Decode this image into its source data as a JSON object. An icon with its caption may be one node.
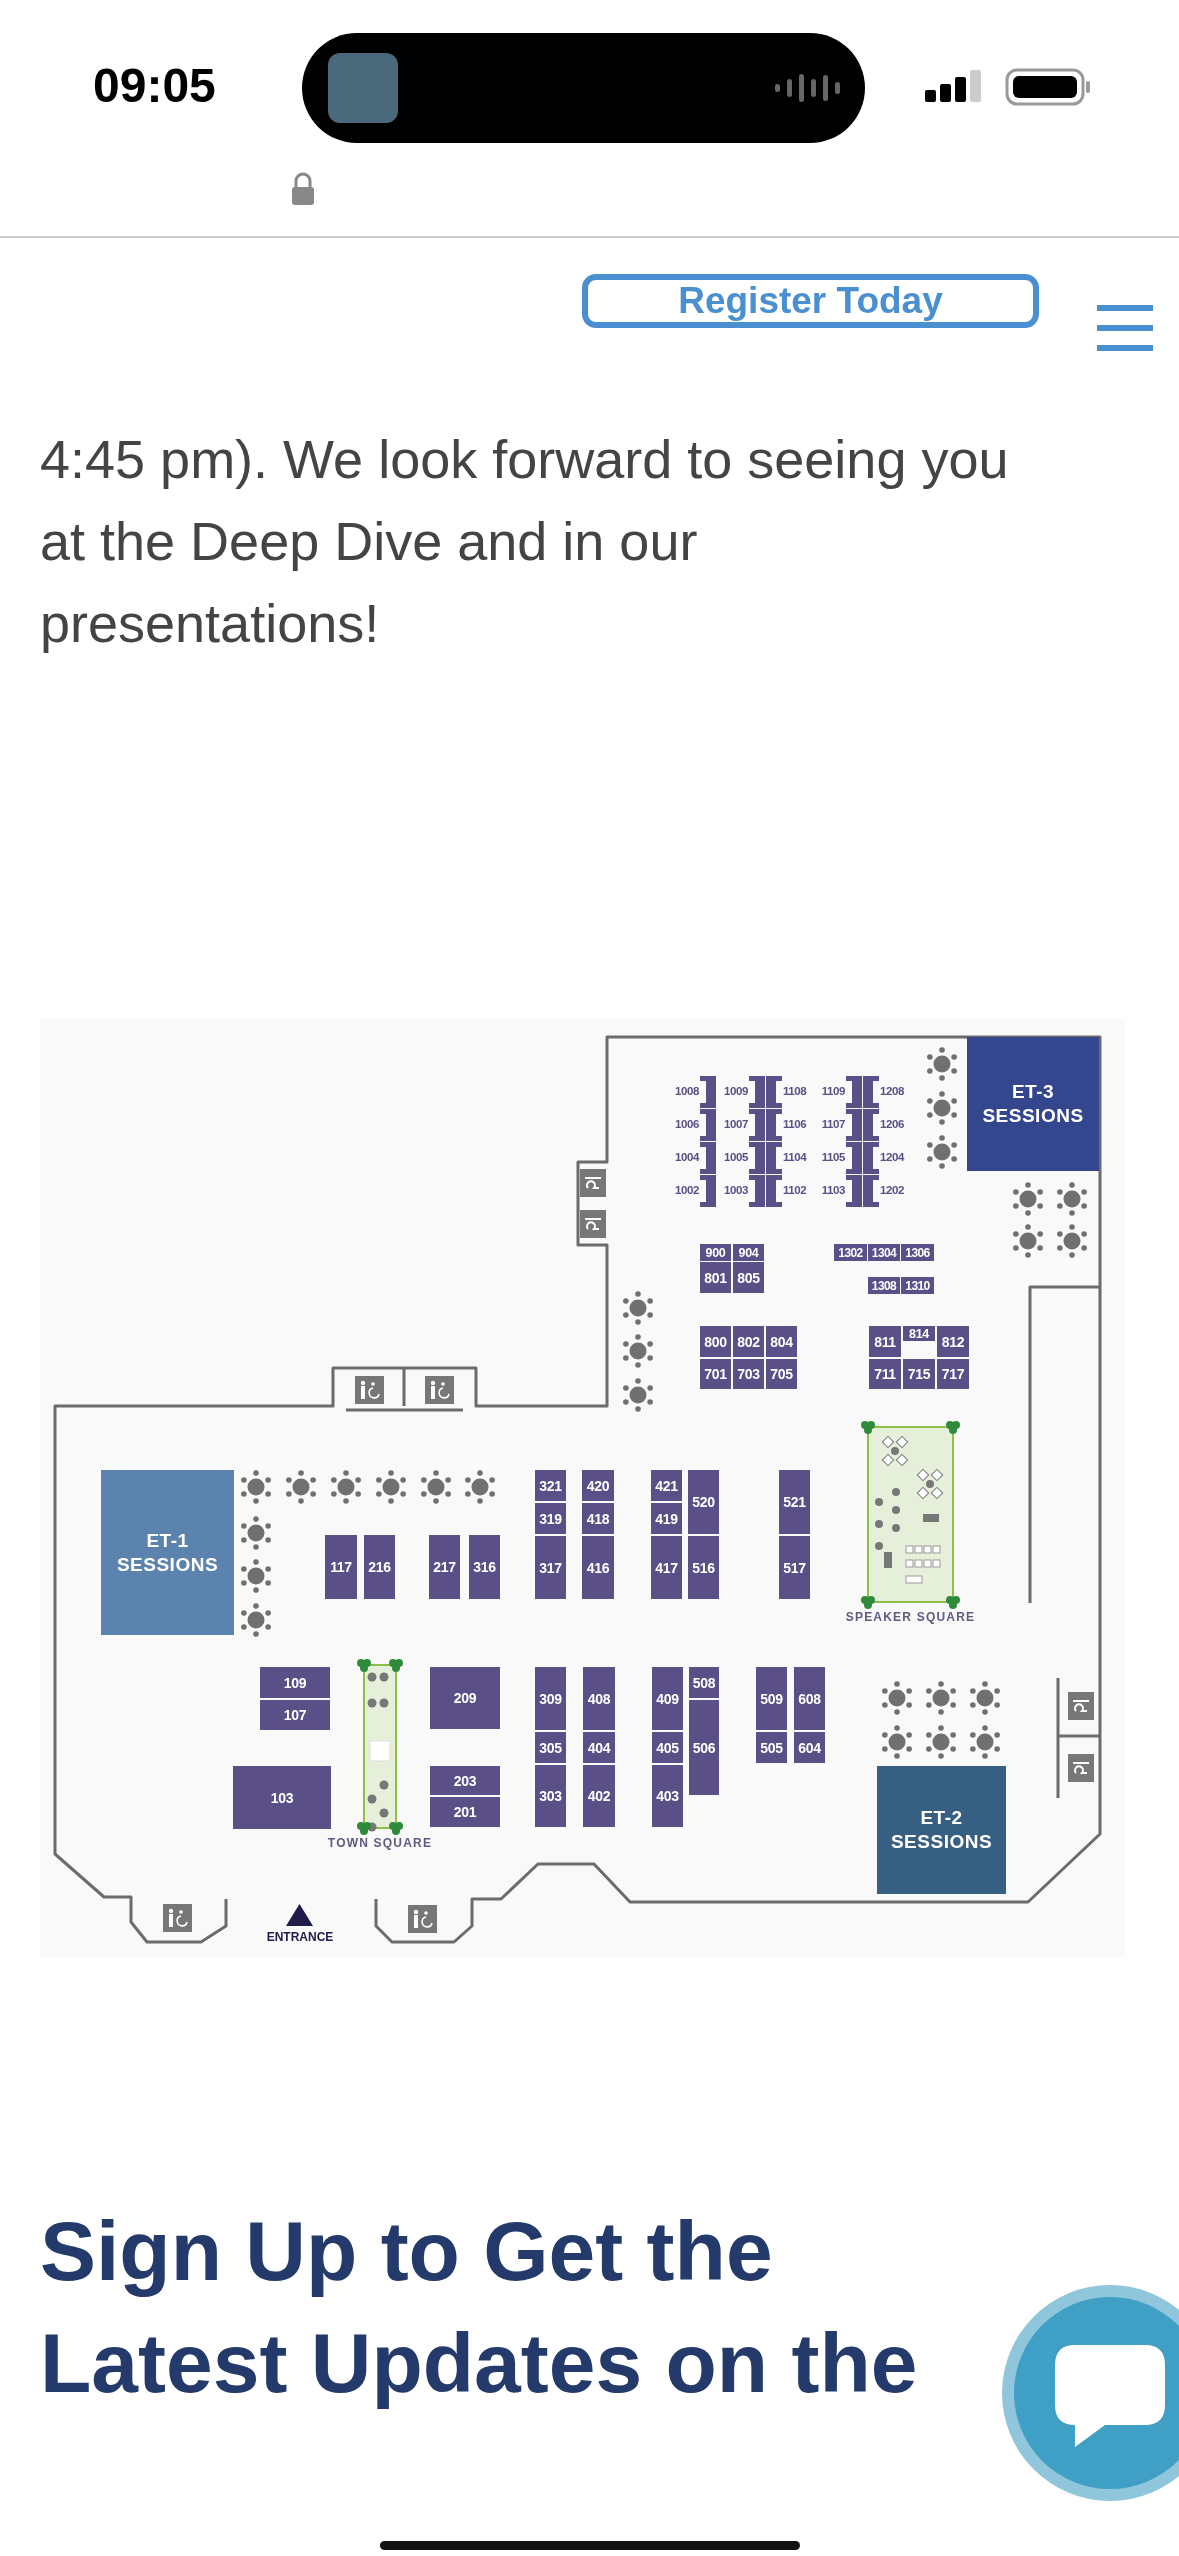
{
  "diagram": {
    "nodes": [
      {
        "text": [
          "1008"
        ]
      },
      {
        "text": [
          "1009"
        ]
      },
      {
        "text": [
          "1108"
        ]
      },
      {
        "text": [
          "1109"
        ]
      },
      {
        "text": [
          "1208"
        ]
      },
      {
        "text": [
          "1006"
        ]
      },
      {
        "text": [
          "1007"
        ]
      },
      {
        "text": [
          "1106"
        ]
      },
      {
        "text": [
          "1107"
        ]
      },
      {
        "text": [
          "1206"
        ]
      },
      {
        "text": [
          "1004"
        ]
      },
      {
        "text": [
          "1005"
        ]
      },
      {
        "text": [
          "1104"
        ]
      },
      {
        "text": [
          "1105"
        ]
      },
      {
        "text": [
          "1204"
        ]
      },
      {
        "text": [
          "1002"
        ]
      },
      {
        "text": [
          "1003"
        ]
      },
      {
        "text": [
          "1102"
        ]
      },
      {
        "text": [
          "1103"
        ]
      },
      {
        "text": [
          "1202"
        ]
      },
      {
        "text": [
          "ET-3 SESSIONS"
        ]
      },
      {
        "text": [
          "900"
        ]
      },
      {
        "text": [
          "904"
        ]
      },
      {
        "text": [
          "1302"
        ]
      },
      {
        "text": [
          "1304"
        ]
      },
      {
        "text": [
          "1306"
        ]
      },
      {
        "text": [
          "801"
        ]
      },
      {
        "text": [
          "805"
        ]
      },
      {
        "text": [
          "1308"
        ]
      },
      {
        "text": [
          "1310"
        ]
      },
      {
        "text": [
          "800"
        ]
      },
      {
        "text": [
          "802"
        ]
      },
      {
        "text": [
          "804"
        ]
      },
      {
        "text": [
          "811"
        ]
      },
      {
        "text": [
          "814"
        ]
      },
      {
        "text": [
          "812"
        ]
      },
      {
        "text": [
          "701"
        ]
      },
      {
        "text": [
          "703"
        ]
      },
      {
        "text": [
          "705"
        ]
      },
      {
        "text": [
          "711"
        ]
      },
      {
        "text": [
          "715"
        ]
      },
      {
        "text": [
          "717"
        ]
      },
      {
        "text": [
          "ET-1 SESSIONS"
        ]
      },
      {
        "text": [
          "321"
        ]
      },
      {
        "text": [
          "420"
        ]
      },
      {
        "text": [
          "421"
        ]
      },
      {
        "text": [
          "520"
        ]
      },
      {
        "text": [
          "521"
        ]
      },
      {
        "text": [
          "319"
        ]
      },
      {
        "text": [
          "418"
        ]
      },
      {
        "text": [
          "419"
        ]
      },
      {
        "text": [
          "117"
        ]
      },
      {
        "text": [
          "216"
        ]
      },
      {
        "text": [
          "217"
        ]
      },
      {
        "text": [
          "316"
        ]
      },
      {
        "text": [
          "317"
        ]
      },
      {
        "text": [
          "416"
        ]
      },
      {
        "text": [
          "417"
        ]
      },
      {
        "text": [
          "516"
        ]
      },
      {
        "text": [
          "517"
        ]
      },
      {
        "text": [],
        "shape": "box",
        "beside": [
          "SPEAKER SQUARE"
        ]
      },
      {
        "text": [
          "109"
        ]
      },
      {
        "text": [],
        "shape": "box",
        "beside": [
          "TOWN SQUARE"
        ]
      },
      {
        "text": [
          "209"
        ]
      },
      {
        "text": [
          "309"
        ]
      },
      {
        "text": [
          "408"
        ]
      },
      {
        "text": [
          "409"
        ]
      },
      {
        "text": [
          "508"
        ]
      },
      {
        "text": [
          "509"
        ]
      },
      {
        "text": [
          "608"
        ]
      },
      {
        "text": [
          "107"
        ]
      },
      {
        "text": [
          "506"
        ]
      },
      {
        "text": [
          "305"
        ]
      },
      {
        "text": [
          "404"
        ]
      },
      {
        "text": [
          "405"
        ]
      },
      {
        "text": [
          "505"
        ]
      },
      {
        "text": [
          "604"
        ]
      },
      {
        "text": [
          "103"
        ]
      },
      {
        "text": [
          "203"
        ]
      },
      {
        "text": [
          "303"
        ]
      },
      {
        "text": [
          "402"
        ]
      },
      {
        "text": [
          "403"
        ]
      },
      {
        "text": [
          "ET-2 SESSIONS"
        ]
      },
      {
        "text": [
          "201"
        ]
      }
    ],
    "labels": [
      "09:05",
      "Register Today",
      "4:45 pm). We look forward to seeing you at the Deep Dive and in our presentations!",
      "ENTRANCE",
      "Sign Up to Get the Latest Updates on the"
    ]
  }
}
